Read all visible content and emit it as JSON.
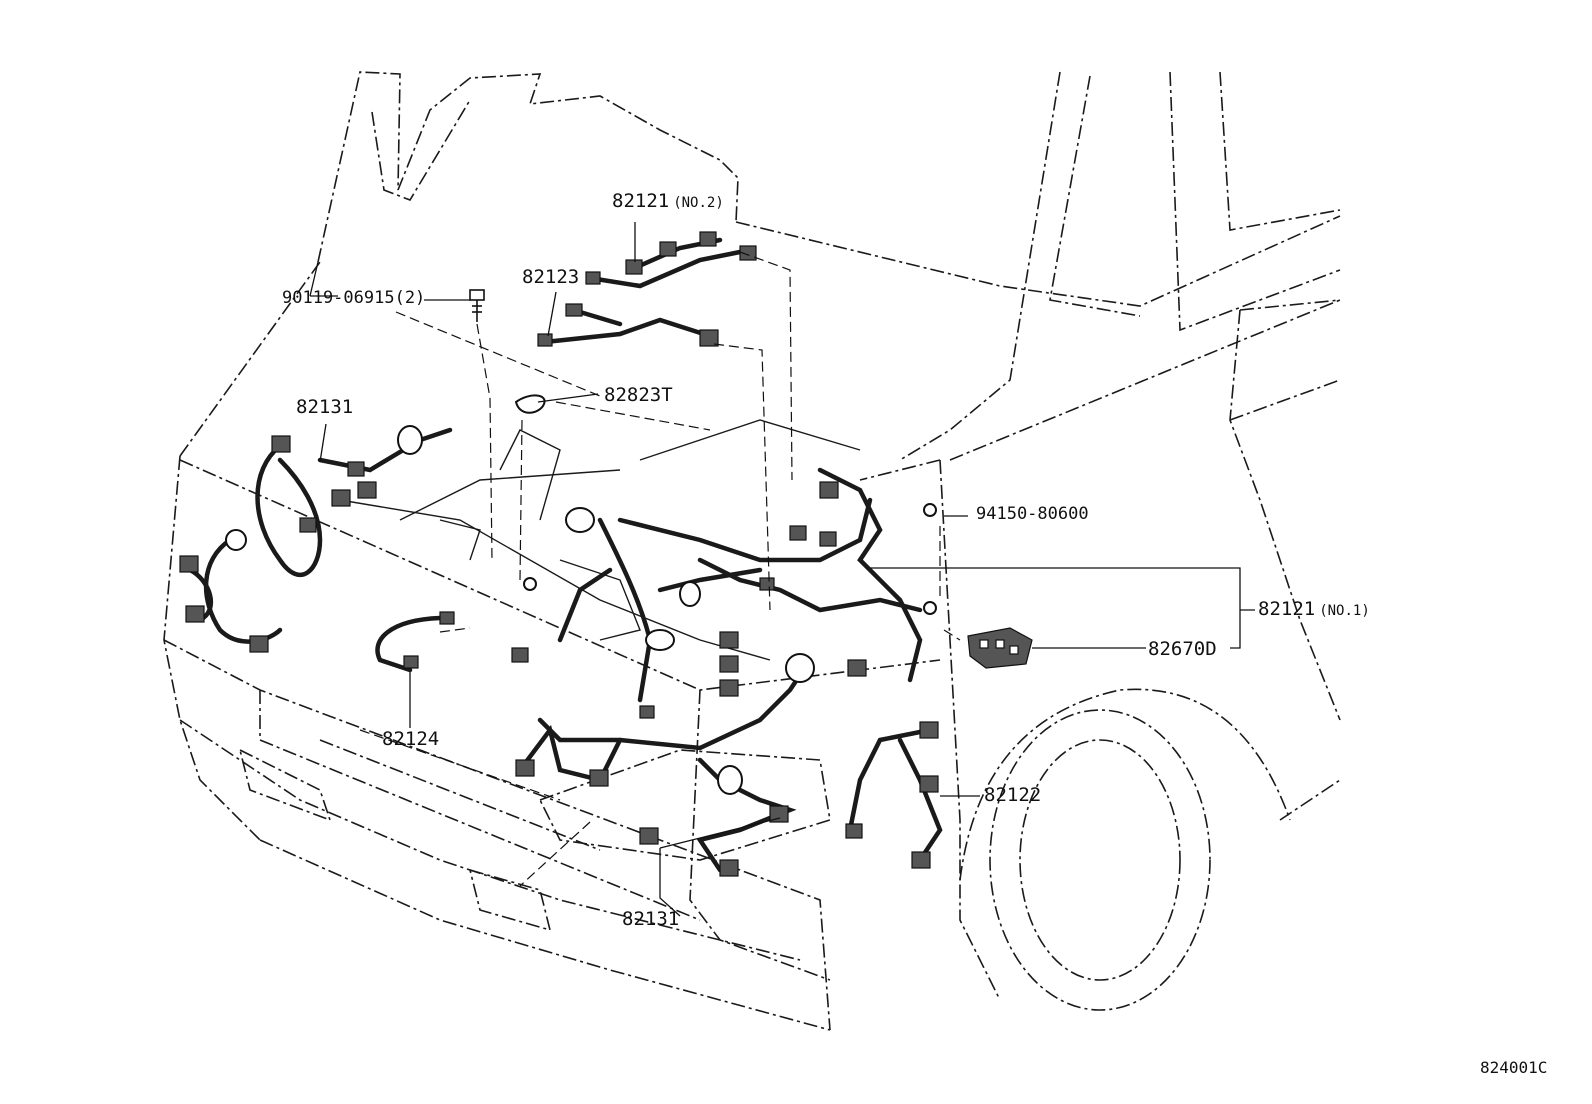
{
  "diagram": {
    "reference_code": "824001C",
    "callouts": [
      {
        "id": "c1",
        "part": "82121",
        "note": "(NO.2)"
      },
      {
        "id": "c2",
        "part": "82123",
        "note": ""
      },
      {
        "id": "c3",
        "part": "90119-06915(2)",
        "note": ""
      },
      {
        "id": "c4",
        "part": "82823T",
        "note": ""
      },
      {
        "id": "c5",
        "part": "82131",
        "note": ""
      },
      {
        "id": "c6",
        "part": "94150-80600",
        "note": ""
      },
      {
        "id": "c7",
        "part": "82121",
        "note": "(NO.1)"
      },
      {
        "id": "c8",
        "part": "82670D",
        "note": ""
      },
      {
        "id": "c9",
        "part": "82124",
        "note": ""
      },
      {
        "id": "c10",
        "part": "82122",
        "note": ""
      },
      {
        "id": "c11",
        "part": "82131",
        "note": ""
      }
    ]
  }
}
